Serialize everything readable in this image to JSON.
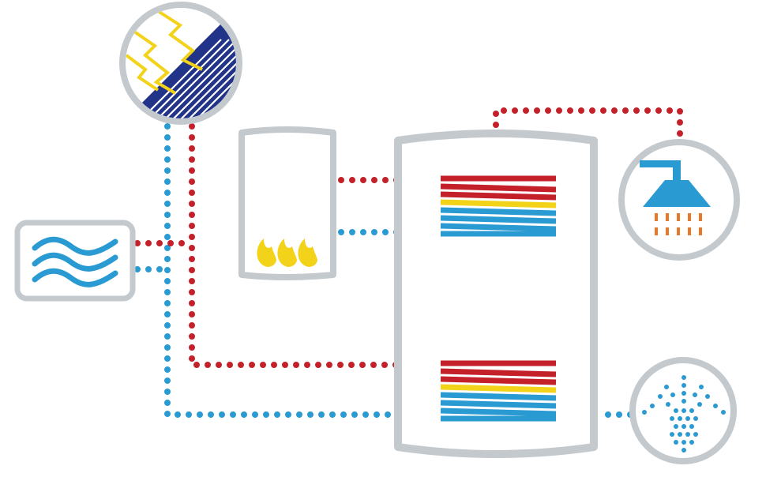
{
  "colors": {
    "frame": "#c4c9ce",
    "hot": "#c4202a",
    "cold": "#2a9ad3",
    "sun": "#f3d21a",
    "panel": "#22338a",
    "shower": "#2a9ad3",
    "spray": "#e8792b",
    "flame": "#f3d21a"
  },
  "components": [
    {
      "id": "solar-collector",
      "icon": "solar-panel-icon"
    },
    {
      "id": "boiler",
      "icon": "flame-icon"
    },
    {
      "id": "storage-tank",
      "icon": "storage-tank-icon"
    },
    {
      "id": "heat-exchanger-upper",
      "icon": "heating-coil-icon"
    },
    {
      "id": "heat-exchanger-lower",
      "icon": "heating-coil-icon"
    },
    {
      "id": "heating-system",
      "icon": "heat-waves-icon"
    },
    {
      "id": "shower",
      "icon": "shower-icon"
    },
    {
      "id": "fountain",
      "icon": "water-fountain-icon"
    }
  ]
}
